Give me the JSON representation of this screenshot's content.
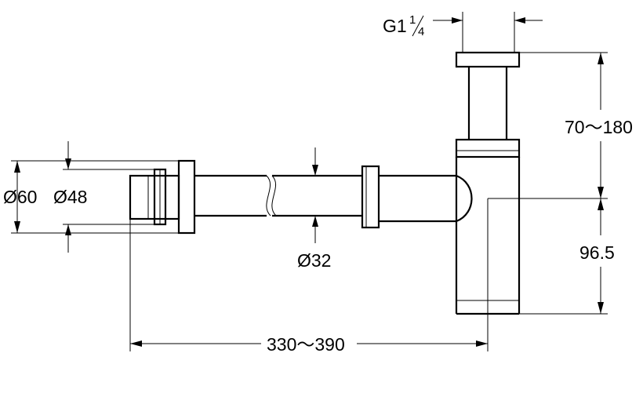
{
  "diagram": {
    "dimensions": {
      "thread": {
        "prefix": "G1",
        "frac_num": "1",
        "frac_den": "4"
      },
      "height_adjust": "70～180",
      "trap_height": "96.5",
      "outer_diameter": "Ø60",
      "inner_diameter": "Ø48",
      "pipe_diameter": "Ø32",
      "length": "330～390"
    }
  }
}
